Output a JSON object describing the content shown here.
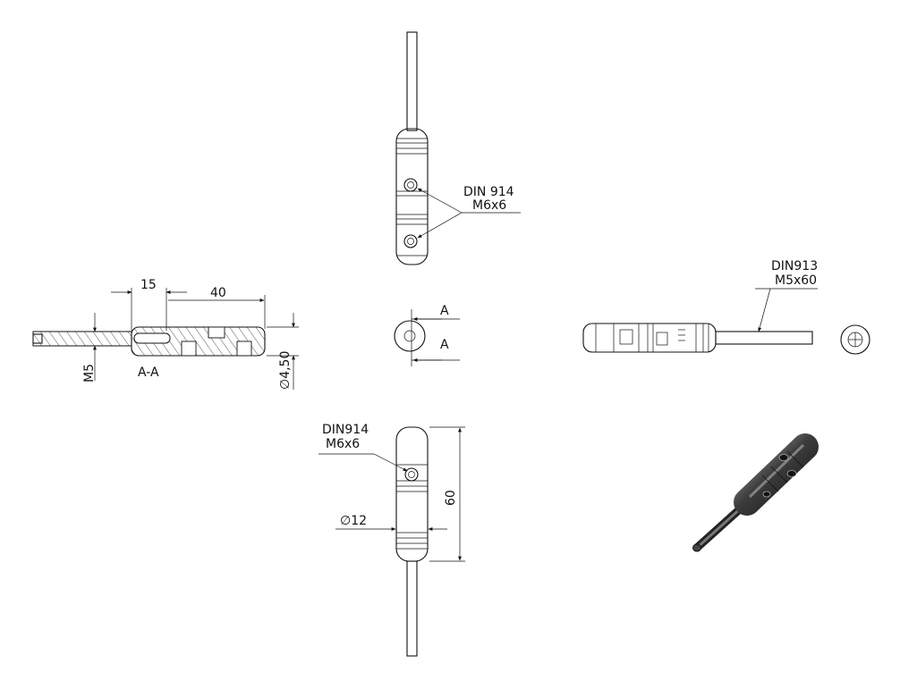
{
  "drawing": {
    "top_view": {
      "callout_standard": "DIN 914",
      "callout_size": "M6x6"
    },
    "section_view": {
      "dim_left": "15",
      "dim_length": "40",
      "dim_thread": "M5",
      "dim_diameter": "∅4,50",
      "section_label": "A-A"
    },
    "end_view": {
      "section_mark_top": "A",
      "section_mark_bottom": "A"
    },
    "side_view": {
      "callout_standard": "DIN913",
      "callout_size": "M5x60"
    },
    "bottom_view": {
      "callout_standard": "DIN914",
      "callout_size": "M6x6",
      "dim_diameter": "∅12",
      "dim_length": "60"
    }
  }
}
